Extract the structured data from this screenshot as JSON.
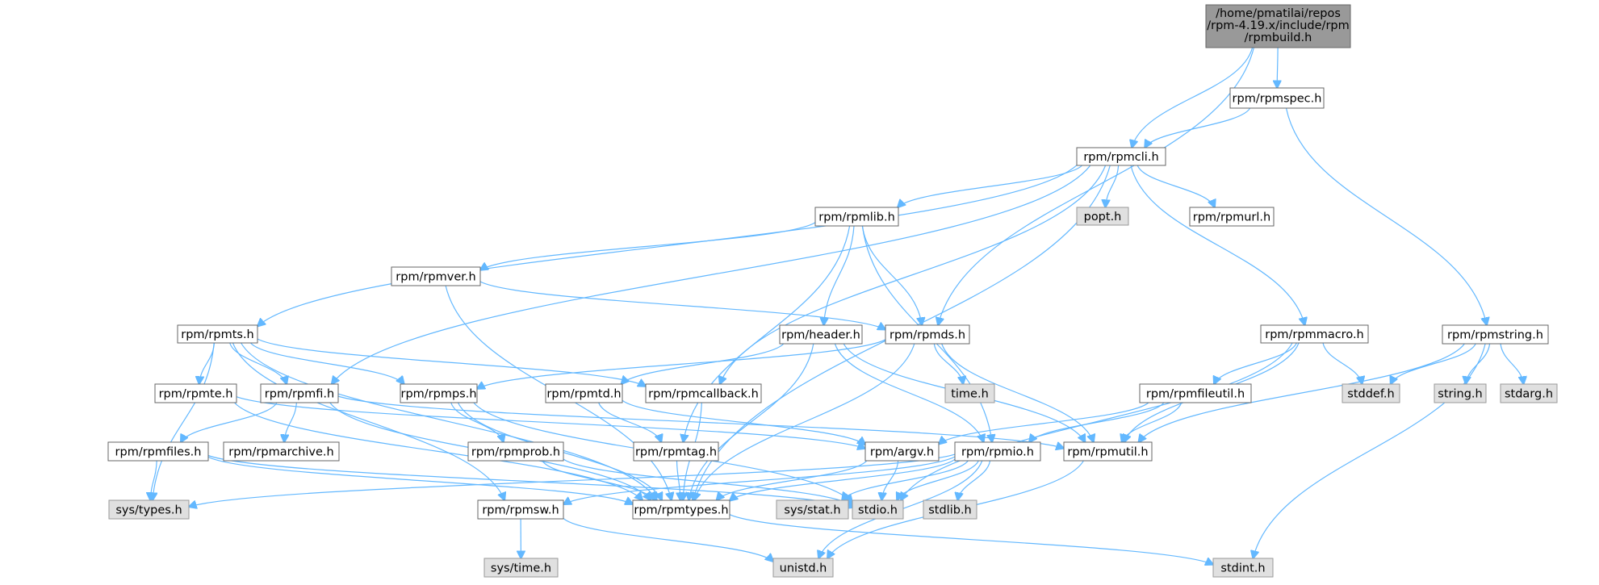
{
  "graph": {
    "root": [
      "/home/pmatilai/repos",
      "/rpm-4.19.x/include/rpm",
      "/rpmbuild.h"
    ],
    "nodes": [
      {
        "id": "rpmspec",
        "label": "rpm/rpmspec.h",
        "kind": "normal"
      },
      {
        "id": "rpmcli",
        "label": "rpm/rpmcli.h",
        "kind": "normal"
      },
      {
        "id": "rpmlib",
        "label": "rpm/rpmlib.h",
        "kind": "normal"
      },
      {
        "id": "popt",
        "label": "popt.h",
        "kind": "system"
      },
      {
        "id": "rpmurl",
        "label": "rpm/rpmurl.h",
        "kind": "normal"
      },
      {
        "id": "rpmver",
        "label": "rpm/rpmver.h",
        "kind": "normal"
      },
      {
        "id": "rpmts",
        "label": "rpm/rpmts.h",
        "kind": "normal"
      },
      {
        "id": "header",
        "label": "rpm/header.h",
        "kind": "normal"
      },
      {
        "id": "rpmds",
        "label": "rpm/rpmds.h",
        "kind": "normal"
      },
      {
        "id": "rpmmacro",
        "label": "rpm/rpmmacro.h",
        "kind": "normal"
      },
      {
        "id": "rpmstring",
        "label": "rpm/rpmstring.h",
        "kind": "normal"
      },
      {
        "id": "rpmte",
        "label": "rpm/rpmte.h",
        "kind": "normal"
      },
      {
        "id": "rpmfi",
        "label": "rpm/rpmfi.h",
        "kind": "normal"
      },
      {
        "id": "rpmps",
        "label": "rpm/rpmps.h",
        "kind": "normal"
      },
      {
        "id": "rpmtd",
        "label": "rpm/rpmtd.h",
        "kind": "normal"
      },
      {
        "id": "rpmcallback",
        "label": "rpm/rpmcallback.h",
        "kind": "normal"
      },
      {
        "id": "timeh",
        "label": "time.h",
        "kind": "system"
      },
      {
        "id": "rpmfileutil",
        "label": "rpm/rpmfileutil.h",
        "kind": "normal"
      },
      {
        "id": "stddef",
        "label": "stddef.h",
        "kind": "system"
      },
      {
        "id": "stringh",
        "label": "string.h",
        "kind": "system"
      },
      {
        "id": "stdarg",
        "label": "stdarg.h",
        "kind": "system"
      },
      {
        "id": "rpmfiles",
        "label": "rpm/rpmfiles.h",
        "kind": "normal"
      },
      {
        "id": "rpmarchive",
        "label": "rpm/rpmarchive.h",
        "kind": "normal"
      },
      {
        "id": "rpmprob",
        "label": "rpm/rpmprob.h",
        "kind": "normal"
      },
      {
        "id": "rpmtag",
        "label": "rpm/rpmtag.h",
        "kind": "normal"
      },
      {
        "id": "rpmargv",
        "label": "rpm/argv.h",
        "kind": "normal"
      },
      {
        "id": "rpmio",
        "label": "rpm/rpmio.h",
        "kind": "normal"
      },
      {
        "id": "rpmutil",
        "label": "rpm/rpmutil.h",
        "kind": "normal"
      },
      {
        "id": "systypes",
        "label": "sys/types.h",
        "kind": "system"
      },
      {
        "id": "rpmsw",
        "label": "rpm/rpmsw.h",
        "kind": "normal"
      },
      {
        "id": "rpmtypes",
        "label": "rpm/rpmtypes.h",
        "kind": "normal"
      },
      {
        "id": "sysstat",
        "label": "sys/stat.h",
        "kind": "system"
      },
      {
        "id": "stdio",
        "label": "stdio.h",
        "kind": "system"
      },
      {
        "id": "stdlib",
        "label": "stdlib.h",
        "kind": "system"
      },
      {
        "id": "systime",
        "label": "sys/time.h",
        "kind": "system"
      },
      {
        "id": "unistd",
        "label": "unistd.h",
        "kind": "system"
      },
      {
        "id": "stdint",
        "label": "stdint.h",
        "kind": "system"
      }
    ],
    "edges": [
      [
        "root",
        "rpmcli"
      ],
      [
        "root",
        "rpmspec"
      ],
      [
        "root",
        "rpmds"
      ],
      [
        "rpmspec",
        "rpmcli"
      ],
      [
        "rpmspec",
        "rpmstring"
      ],
      [
        "rpmcli",
        "rpmts"
      ],
      [
        "rpmcli",
        "rpmfi"
      ],
      [
        "rpmcli",
        "rpmlib"
      ],
      [
        "rpmcli",
        "popt"
      ],
      [
        "rpmcli",
        "rpmurl"
      ],
      [
        "rpmcli",
        "rpmmacro"
      ],
      [
        "rpmcli",
        "rpmcallback"
      ],
      [
        "rpmcli",
        "rpmtypes"
      ],
      [
        "rpmlib",
        "rpmver"
      ],
      [
        "rpmlib",
        "header"
      ],
      [
        "rpmlib",
        "rpmds"
      ],
      [
        "rpmlib",
        "rpmtag"
      ],
      [
        "rpmlib",
        "rpmio"
      ],
      [
        "rpmver",
        "rpmds"
      ],
      [
        "rpmver",
        "rpmtypes"
      ],
      [
        "rpmts",
        "rpmte"
      ],
      [
        "rpmts",
        "rpmfi"
      ],
      [
        "rpmts",
        "rpmps"
      ],
      [
        "rpmts",
        "rpmcallback"
      ],
      [
        "rpmts",
        "systypes"
      ],
      [
        "rpmts",
        "rpmtypes"
      ],
      [
        "rpmts",
        "rpmsw"
      ],
      [
        "header",
        "rpmtd"
      ],
      [
        "header",
        "rpmio"
      ],
      [
        "header",
        "rpmutil"
      ],
      [
        "header",
        "rpmtypes"
      ],
      [
        "rpmds",
        "rpmps"
      ],
      [
        "rpmds",
        "timeh"
      ],
      [
        "rpmds",
        "rpmutil"
      ],
      [
        "rpmds",
        "rpmtypes"
      ],
      [
        "rpmmacro",
        "rpmfileutil"
      ],
      [
        "rpmmacro",
        "stddef"
      ],
      [
        "rpmmacro",
        "rpmutil"
      ],
      [
        "rpmmacro",
        "stdio"
      ],
      [
        "rpmstring",
        "stddef"
      ],
      [
        "rpmstring",
        "stringh"
      ],
      [
        "rpmstring",
        "stdarg"
      ],
      [
        "rpmstring",
        "rpmutil"
      ],
      [
        "rpmstring",
        "stdint"
      ],
      [
        "rpmte",
        "rpmargv"
      ],
      [
        "rpmte",
        "rpmtypes"
      ],
      [
        "rpmfi",
        "rpmfiles"
      ],
      [
        "rpmfi",
        "rpmarchive"
      ],
      [
        "rpmfi",
        "rpmutil"
      ],
      [
        "rpmfi",
        "rpmtypes"
      ],
      [
        "rpmps",
        "rpmprob"
      ],
      [
        "rpmps",
        "rpmtypes"
      ],
      [
        "rpmps",
        "stdio"
      ],
      [
        "rpmtd",
        "rpmtag"
      ],
      [
        "rpmtd",
        "rpmargv"
      ],
      [
        "rpmcallback",
        "rpmtypes"
      ],
      [
        "rpmfileutil",
        "rpmargv"
      ],
      [
        "rpmfileutil",
        "rpmio"
      ],
      [
        "rpmfileutil",
        "rpmutil"
      ],
      [
        "rpmfiles",
        "systypes"
      ],
      [
        "rpmfiles",
        "rpmtypes"
      ],
      [
        "rpmfiles",
        "stdio"
      ],
      [
        "rpmprob",
        "rpmtypes"
      ],
      [
        "rpmprob",
        "stdio"
      ],
      [
        "rpmtag",
        "rpmtypes"
      ],
      [
        "rpmargv",
        "stdio"
      ],
      [
        "rpmargv",
        "rpmtypes"
      ],
      [
        "rpmio",
        "systypes"
      ],
      [
        "rpmio",
        "rpmsw"
      ],
      [
        "rpmio",
        "rpmtypes"
      ],
      [
        "rpmio",
        "sysstat"
      ],
      [
        "rpmio",
        "stdio"
      ],
      [
        "rpmio",
        "stdlib"
      ],
      [
        "rpmio",
        "unistd"
      ],
      [
        "rpmutil",
        "unistd"
      ],
      [
        "rpmsw",
        "systime"
      ],
      [
        "rpmsw",
        "unistd"
      ],
      [
        "rpmtypes",
        "stdint"
      ]
    ]
  }
}
